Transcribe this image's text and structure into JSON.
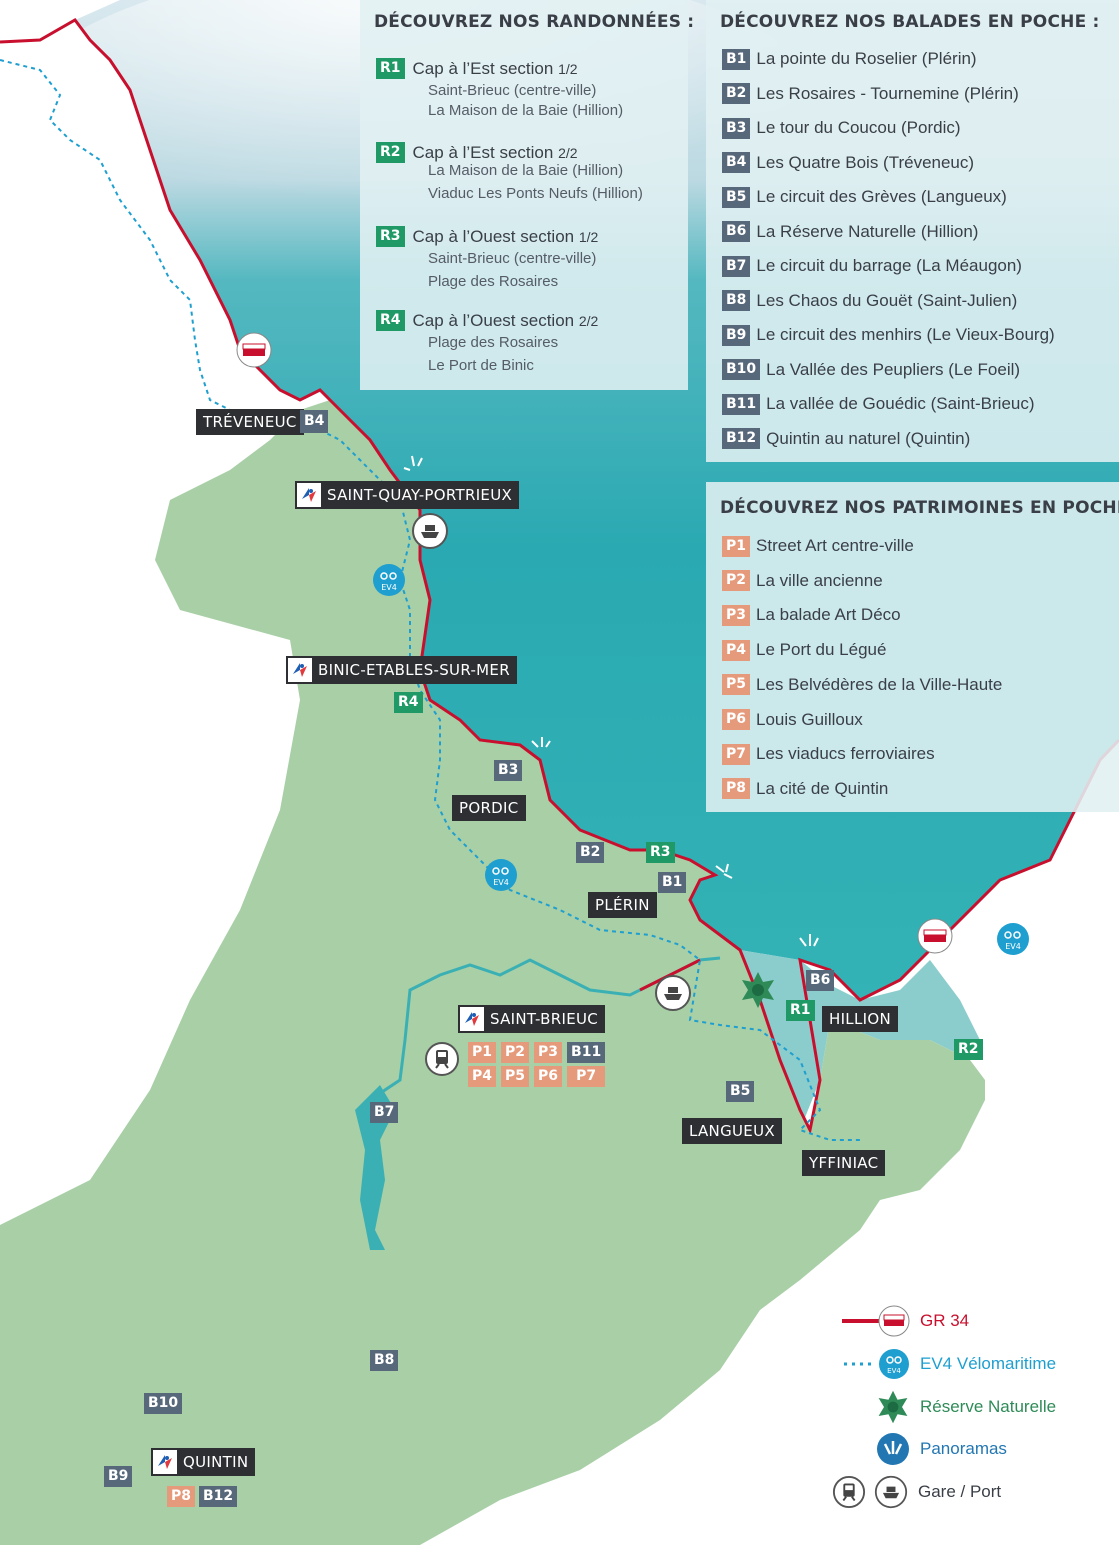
{
  "panels": {
    "randonnees": {
      "title": "DÉCOUVREZ NOS RANDONNÉES :",
      "items": [
        {
          "code": "R1",
          "name": "Cap à l’Est section",
          "fraction": "1/2",
          "from": "Saint-Brieuc (centre-ville)",
          "to": "La Maison de la Baie (Hillion)"
        },
        {
          "code": "R2",
          "name": "Cap à l’Est section",
          "fraction": "2/2",
          "from": "La Maison de la Baie (Hillion)",
          "to": "Viaduc Les Ponts Neufs (Hillion)"
        },
        {
          "code": "R3",
          "name": "Cap à l’Ouest section",
          "fraction": "1/2",
          "from": "Saint-Brieuc (centre-ville)",
          "to": "Plage des Rosaires"
        },
        {
          "code": "R4",
          "name": "Cap à l’Ouest section",
          "fraction": "2/2",
          "from": "Plage des Rosaires",
          "to": "Le Port de Binic"
        }
      ]
    },
    "balades": {
      "title": "DÉCOUVREZ NOS  BALADES EN POCHE :",
      "items": [
        {
          "code": "B1",
          "name": "La pointe du Roselier (Plérin)"
        },
        {
          "code": "B2",
          "name": "Les Rosaires - Tournemine (Plérin)"
        },
        {
          "code": "B3",
          "name": "Le tour du Coucou (Pordic)"
        },
        {
          "code": "B4",
          "name": "Les Quatre Bois (Tréveneuc)"
        },
        {
          "code": "B5",
          "name": "Le circuit des Grèves (Langueux)"
        },
        {
          "code": "B6",
          "name": "La Réserve Naturelle (Hillion)"
        },
        {
          "code": "B7",
          "name": "Le circuit du barrage (La Méaugon)"
        },
        {
          "code": "B8",
          "name": "Les Chaos du Gouët (Saint-Julien)"
        },
        {
          "code": "B9",
          "name": "Le circuit des menhirs (Le Vieux-Bourg)"
        },
        {
          "code": "B10",
          "name": "La Vallée des Peupliers (Le Foeil)"
        },
        {
          "code": "B11",
          "name": "La vallée de Gouédic (Saint-Brieuc)"
        },
        {
          "code": "B12",
          "name": "Quintin au naturel (Quintin)"
        }
      ]
    },
    "patrimoines": {
      "title": "DÉCOUVREZ NOS PATRIMOINES EN POCHE :",
      "items": [
        {
          "code": "P1",
          "name": "Street Art centre-ville"
        },
        {
          "code": "P2",
          "name": "La ville ancienne"
        },
        {
          "code": "P3",
          "name": "La balade Art Déco"
        },
        {
          "code": "P4",
          "name": "Le Port du Légué"
        },
        {
          "code": "P5",
          "name": "Les Belvédères de la Ville-Haute"
        },
        {
          "code": "P6",
          "name": "Louis Guilloux"
        },
        {
          "code": "P7",
          "name": "Les viaducs ferroviaires"
        },
        {
          "code": "P8",
          "name": "La cité de Quintin"
        }
      ]
    }
  },
  "towns": {
    "treveneuc": "TRÉVENEUC",
    "pordic": "PORDIC",
    "plerin": "PLÉRIN",
    "hillion": "HILLION",
    "langueux": "LANGUEUX",
    "yffiniac": "YFFINIAC"
  },
  "tourist_offices": {
    "saint_quay": "SAINT-QUAY-PORTRIEUX",
    "binic": "BINIC-ETABLES-SUR-MER",
    "saint_brieuc": "SAINT-BRIEUC",
    "quintin": "QUINTIN"
  },
  "map_markers": {
    "b1": "B1",
    "b2": "B2",
    "b3": "B3",
    "b4": "B4",
    "b5": "B5",
    "b6": "B6",
    "b7": "B7",
    "b8": "B8",
    "b9": "B9",
    "b10": "B10",
    "b11": "B11",
    "b12": "B12",
    "r1": "R1",
    "r2": "R2",
    "r3": "R3",
    "r4": "R4",
    "p1": "P1",
    "p2": "P2",
    "p3": "P3",
    "p4": "P4",
    "p5": "P5",
    "p6": "P6",
    "p7": "P7",
    "p8": "P8",
    "ev4": "EV4"
  },
  "legend": {
    "gr34": "GR 34",
    "ev4": "EV4 Vélomaritime",
    "reserve": "Réserve Naturelle",
    "panoramas": "Panoramas",
    "gare_port": "Gare / Port"
  },
  "colors": {
    "land": "#a8cfa6",
    "sea": "#3fb0b6",
    "gr34_red": "#c8102e",
    "ev4_blue": "#1e9fd0",
    "reserve_green": "#2e8b57",
    "panorama_blue": "#2277b3",
    "green_badge": "#1f9a66",
    "slate_badge": "#56687a",
    "peach_badge": "#e59a7b",
    "town_label": "#2d2f33"
  }
}
